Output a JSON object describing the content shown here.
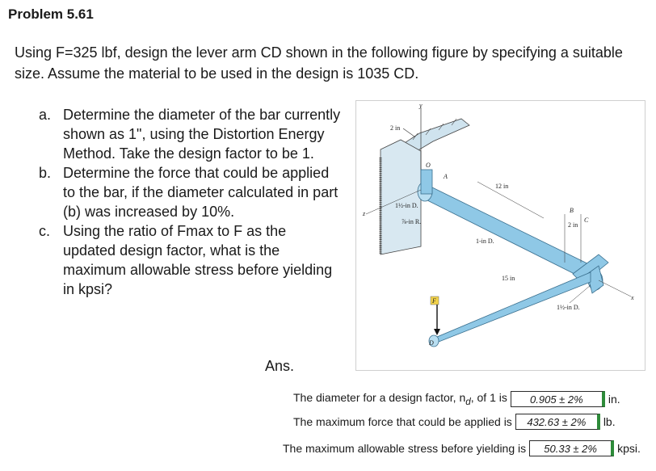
{
  "problem": {
    "title": "Problem 5.61"
  },
  "intro": {
    "text": "Using F=325 lbf, design the lever arm CD shown in the following figure by specifying a suitable size. Assume the material to be used in the design is 1035 CD."
  },
  "parts": [
    {
      "label": "a.",
      "text": "Determine the diameter of the bar currently shown as 1\", using the Distortion Energy Method. Take the design factor to be 1."
    },
    {
      "label": "b.",
      "text": "Determine the force that could be applied to the bar, if the diameter calculated in part (b) was increased by 10%."
    },
    {
      "label": "c.",
      "text": "Using the ratio of Fmax to F as the updated design factor, what is the maximum allowable stress before yielding in kpsi?"
    }
  ],
  "answers": {
    "heading": "Ans.",
    "rows": [
      {
        "question": "The diameter for a design factor, n",
        "sub": "d",
        "question_end": ", of 1 is",
        "value": "0.905 ± 2%",
        "unit": "in."
      },
      {
        "question": "The maximum force that could be applied is",
        "value": "432.63 ± 2%",
        "unit": "lb."
      },
      {
        "question": "The maximum allowable stress before yielding is",
        "value": "50.33 ± 2%",
        "unit": "kpsi."
      }
    ]
  },
  "figure": {
    "labels": {
      "y": "y",
      "two_in_top": "2 in",
      "O": "O",
      "A": "A",
      "twelve_in": "12 in",
      "one_half_D_left": "1½-in D.",
      "seven_eighth_R": "⅞-in R.",
      "one_in_D": "1-in D.",
      "z": "z",
      "B": "B",
      "two_in_right": "2 in",
      "C": "C",
      "fifteen_in": "15 in",
      "F": "F",
      "D": "D",
      "one_half_D_right": "1½-in D.",
      "x": "x"
    }
  }
}
